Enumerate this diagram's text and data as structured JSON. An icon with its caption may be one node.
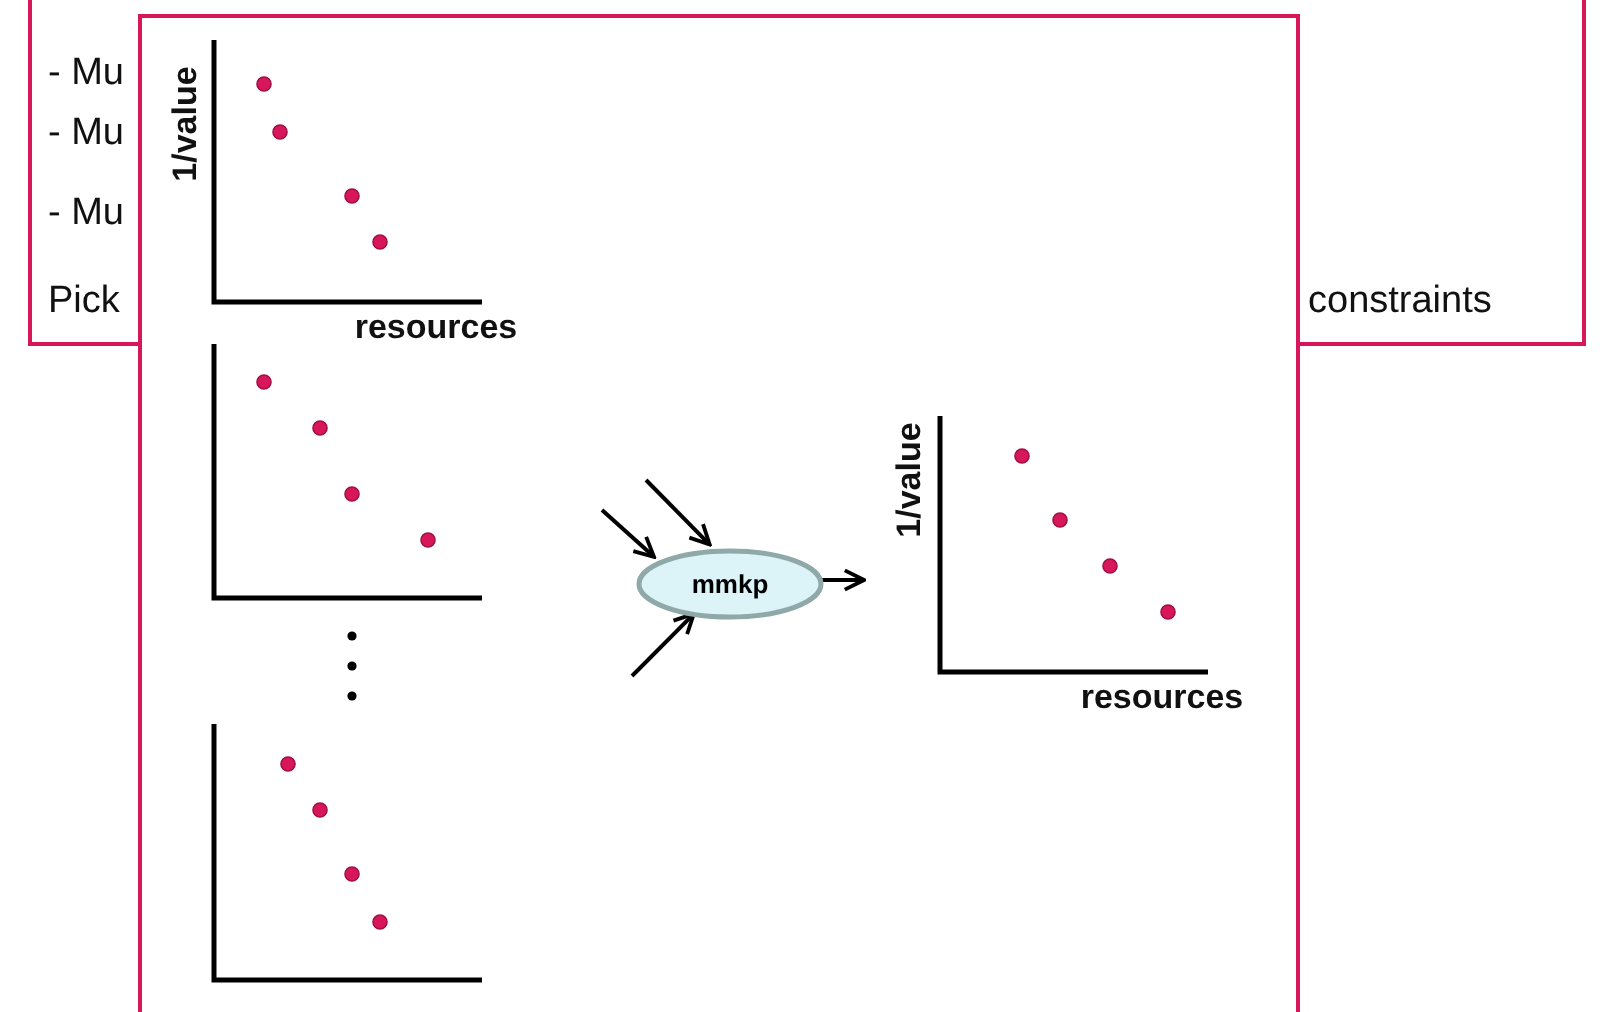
{
  "diagram": {
    "nodes": [
      {
        "text": [
          "- Mu",
          "- Mu",
          "- Mu",
          "Pick",
          "constraints"
        ]
      },
      {
        "text": [],
        "shape": "box"
      },
      {
        "text": [
          "mmkp"
        ],
        "in": 1
      }
    ],
    "edges": [
      {
        "from": null,
        "to": 2,
        "arrow": "to"
      },
      {
        "from": null,
        "to": 2,
        "arrow": "to"
      },
      {
        "from": null,
        "to": 2,
        "arrow": "to"
      },
      {
        "from": 2,
        "to": null,
        "arrow": "to"
      }
    ],
    "labels": [
      "1/value",
      "resources",
      "1/value",
      "resources"
    ]
  }
}
